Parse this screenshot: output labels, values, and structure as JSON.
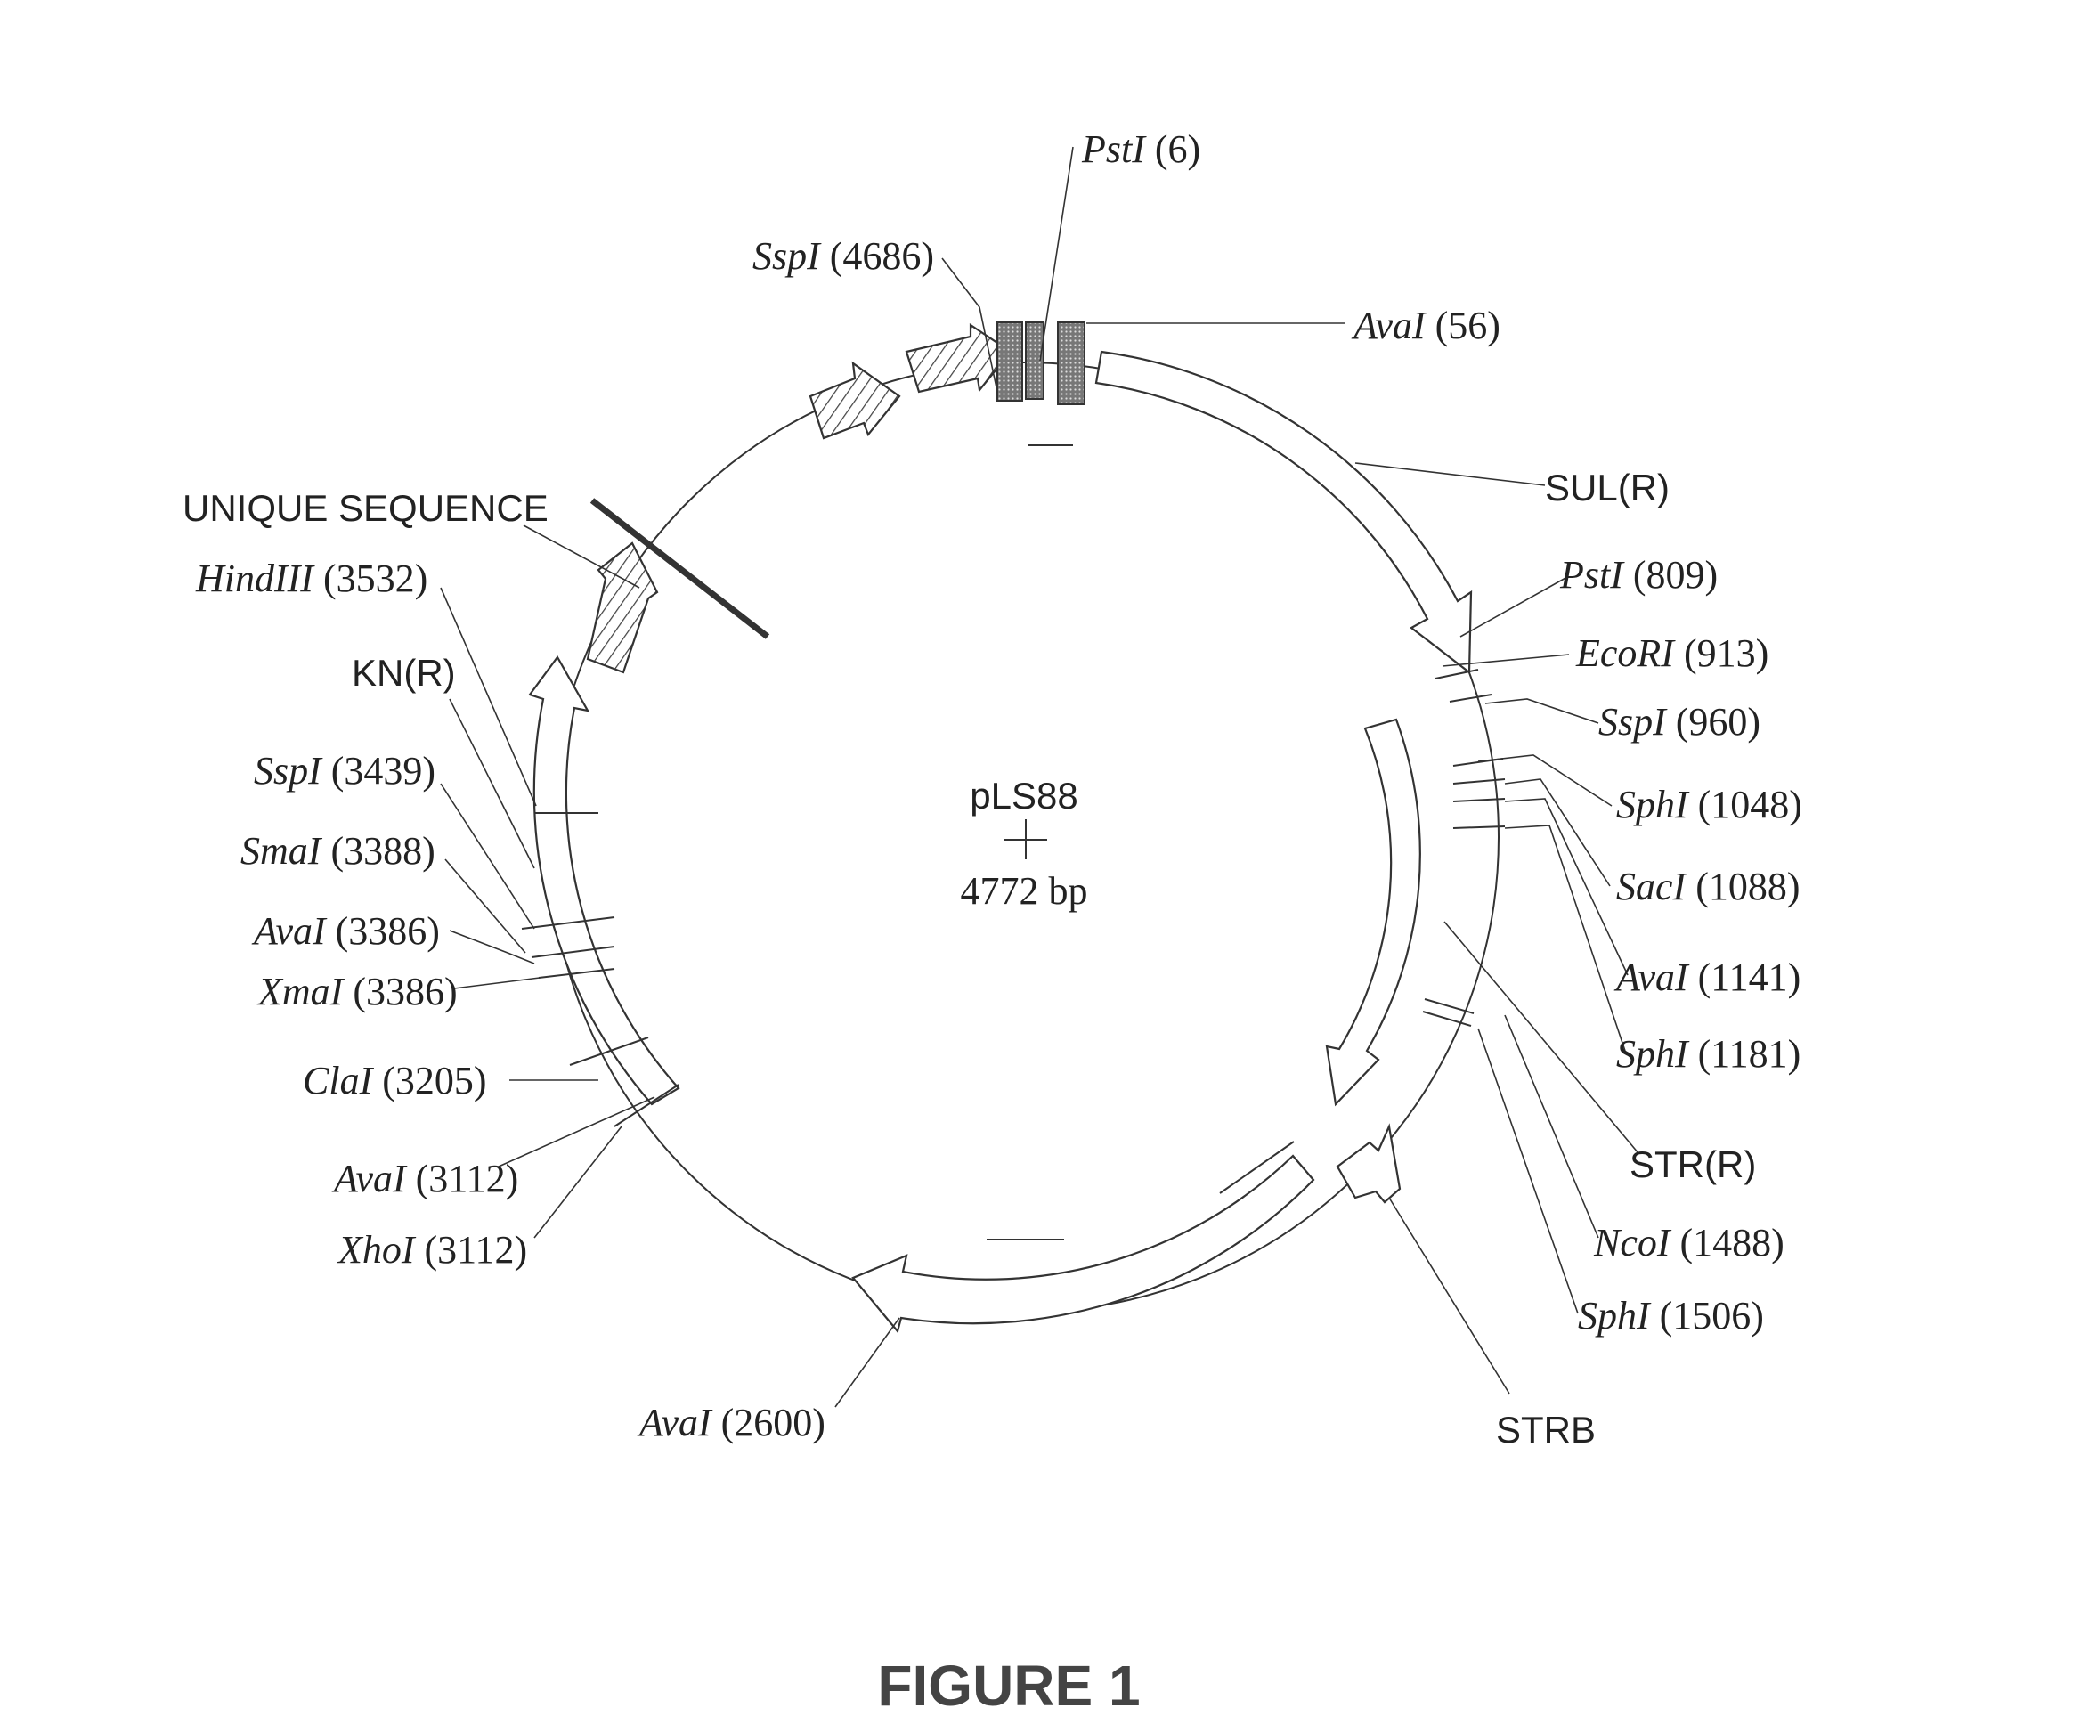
{
  "plasmid": {
    "name": "pLS88",
    "size": "4772 bp"
  },
  "figure_label": "FIGURE 1",
  "sites": {
    "psti_6": {
      "enzyme": "PstI",
      "pos": "(6)"
    },
    "sspi_4686": {
      "enzyme": "SspI",
      "pos": "(4686)"
    },
    "avai_56": {
      "enzyme": "AvaI",
      "pos": "(56)"
    },
    "psti_809": {
      "enzyme": "PstI",
      "pos": "(809)"
    },
    "ecori_913": {
      "enzyme": "EcoRI",
      "pos": "(913)"
    },
    "sspi_960": {
      "enzyme": "SspI",
      "pos": "(960)"
    },
    "sphi_1048": {
      "enzyme": "SphI",
      "pos": "(1048)"
    },
    "saci_1088": {
      "enzyme": "SacI",
      "pos": "(1088)"
    },
    "avai_1141": {
      "enzyme": "AvaI",
      "pos": "(1141)"
    },
    "sphi_1181": {
      "enzyme": "SphI",
      "pos": "(1181)"
    },
    "ncoi_1488": {
      "enzyme": "NcoI",
      "pos": "(1488)"
    },
    "sphi_1506": {
      "enzyme": "SphI",
      "pos": "(1506)"
    },
    "avai_2600": {
      "enzyme": "AvaI",
      "pos": "(2600)"
    },
    "xhoi_3112": {
      "enzyme": "XhoI",
      "pos": "(3112)"
    },
    "avai_3112": {
      "enzyme": "AvaI",
      "pos": "(3112)"
    },
    "clai_3205": {
      "enzyme": "ClaI",
      "pos": "(3205)"
    },
    "xmai_3386": {
      "enzyme": "XmaI",
      "pos": "(3386)"
    },
    "avai_3386": {
      "enzyme": "AvaI",
      "pos": "(3386)"
    },
    "smai_3388": {
      "enzyme": "SmaI",
      "pos": "(3388)"
    },
    "sspi_3439": {
      "enzyme": "SspI",
      "pos": "(3439)"
    },
    "hindiii_3532": {
      "enzyme": "HindIII",
      "pos": "(3532)"
    }
  },
  "features": {
    "sul_r": "SUL(R)",
    "str_r": "STR(R)",
    "strb": "STRB",
    "kn_r": "KN(R)",
    "unique_sequence": "UNIQUE SEQUENCE"
  }
}
